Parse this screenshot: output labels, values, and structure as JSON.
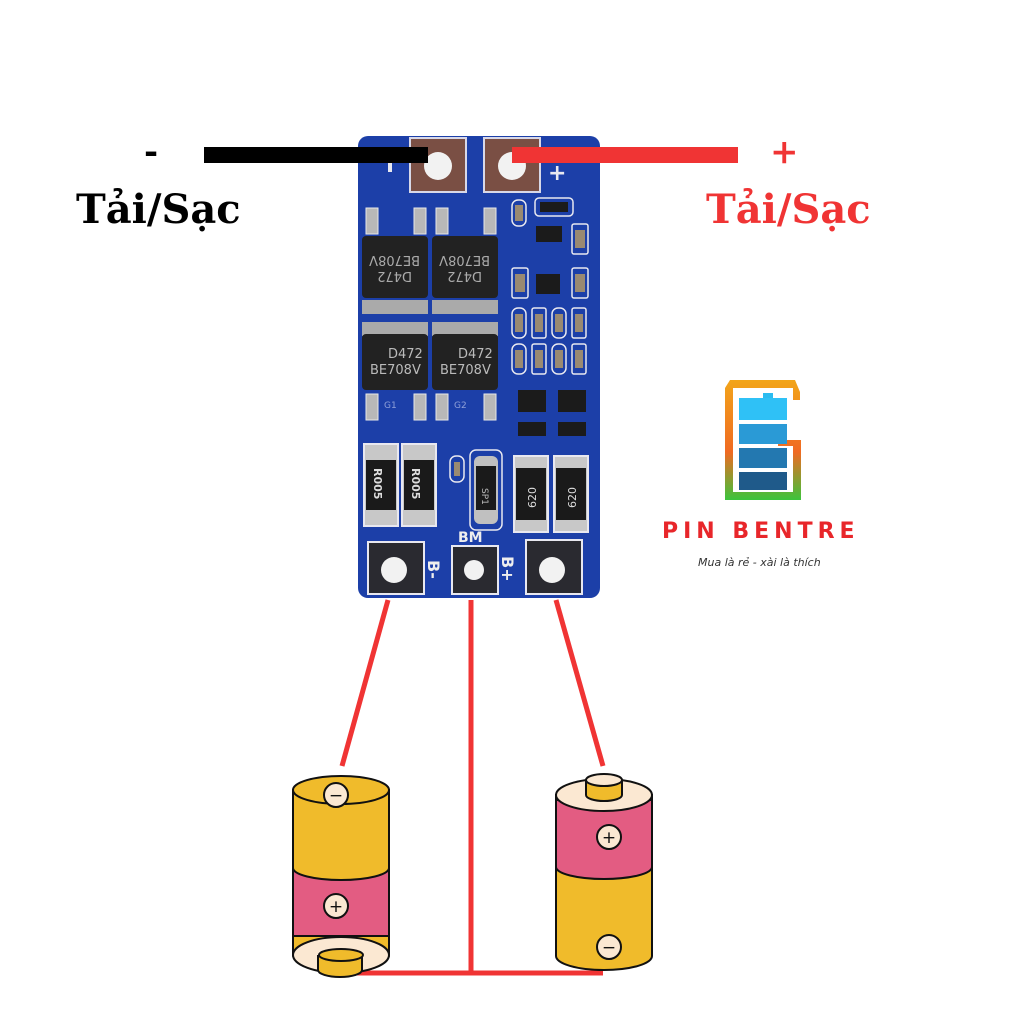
{
  "labels": {
    "negative_sign": "-",
    "negative_label": "Tải/Sạc",
    "positive_sign": "+",
    "positive_label": "Tải/Sạc"
  },
  "board": {
    "top_pad_minus": "-",
    "top_pad_plus": "+",
    "mosfet_part": "D472",
    "mosfet_code": "BE708V",
    "gate_labels": [
      "G1",
      "G2"
    ],
    "shunt_resistors": [
      "R005",
      "R005"
    ],
    "fuse_marking": "SP1",
    "resistor_markings": [
      "620",
      "620"
    ],
    "bottom_pads": {
      "b_minus": "B-",
      "bm": "BM",
      "b_plus": "B+"
    }
  },
  "batteries": {
    "left": {
      "top_symbol": "−",
      "bottom_symbol": "+"
    },
    "right": {
      "top_symbol": "+",
      "bottom_symbol": "−"
    }
  },
  "logo": {
    "brand": "PIN BENTRE",
    "slogan": "Mua là rẻ - xài là thích"
  },
  "colors": {
    "wire_red": "#f03434",
    "wire_black": "#000000",
    "pcb_blue": "#1c3fa8",
    "battery_yellow": "#f0bb2b",
    "battery_pink": "#e35c82",
    "brand_red": "#e8262a"
  }
}
